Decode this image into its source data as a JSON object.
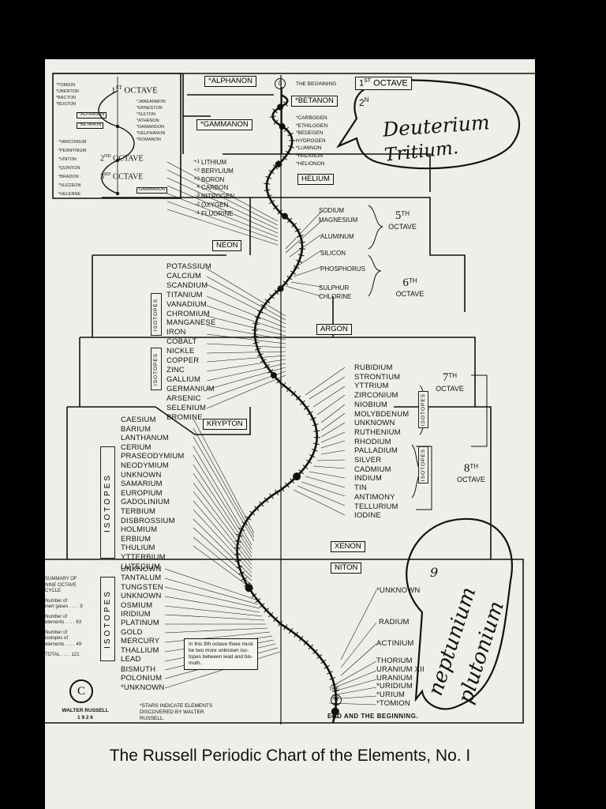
{
  "caption": "The Russell Periodic Chart of the Elements, No. I",
  "header": {
    "alphanon": "*ALPHANON",
    "zero": "0",
    "beginning": "THE BEGINNING",
    "octave1": "1",
    "octave1_sup": "ST",
    "octave1_word": "OCTAVE",
    "betanon": "*BETANON",
    "octave2_num": "2",
    "octave2_sup": "N",
    "gammanon": "*GAMMANON"
  },
  "inset": {
    "left_top": [
      "*TOMION",
      "*UBERTON",
      "*BACTON",
      "*BOSTON"
    ],
    "octave1": "1",
    "octave1_sup": "ST",
    "octave1_word": "OCTAVE",
    "right_top": [
      "*JANEANMON",
      "*ERNESTON",
      "*SULTON",
      "*ATHENON",
      "*DANIARDON",
      "*DELPHANON",
      "*ROMANON"
    ],
    "alphanon": "*ALPHANON",
    "betanon": "*BETANON",
    "left_bottom": [
      "*VARCONIUM",
      "*PERNYNIUM",
      "*VINTON",
      "*QUINTON",
      "*BRADON",
      "*SUZZEON",
      "*HELENNE"
    ],
    "octave2": "2",
    "octave2_sup": "ND",
    "octave2_word": "OCTAVE",
    "octave3": "3",
    "octave3_sup": "RD",
    "octave3_word": "OCTAVE",
    "gammanon": "GAMMANON"
  },
  "octave2": {
    "elements": [
      "*CARBOGEN",
      "*ETHILOGEN",
      "*BEDEGEN",
      "HYDROGEN",
      "*LUMINON",
      "*HALANON",
      "*HELIONON"
    ],
    "helium": "HELIUM",
    "handwriting_line1": "Deuterium",
    "handwriting_line2": "Tritium."
  },
  "octave3": {
    "elements": [
      "LITHIUM",
      "BERYLIUM",
      "BORON",
      "CARBON",
      "NITROGEN",
      "OXYGEN",
      "FLUORINE"
    ],
    "marks": [
      "+1",
      "+2",
      "+3",
      "4",
      "-3",
      "-2",
      "-1"
    ]
  },
  "octave4": {
    "neon": "NEON",
    "elements": [
      "SODIUM",
      "MAGNESIUM",
      "ALUMINUM",
      "SILICON",
      "PHOSPHORUS",
      "SULPHUR",
      "CHLORINE"
    ],
    "label_num": "5",
    "label_sup": "TH",
    "label_word": "OCTAVE"
  },
  "octave6": {
    "argon": "ARGON",
    "elements": [
      "POTASSIUM",
      "CALCIUM",
      "SCANDIUM",
      "TITANIUM",
      "VANADIUM",
      "CHROMIUM",
      "MANGANESE",
      "IRON",
      "COBALT",
      "NICKLE",
      "COPPER",
      "ZINC",
      "GALLIUM",
      "GERMANIUM",
      "ARSENIC",
      "SELENIUM",
      "BROMINE"
    ],
    "isotopes_a": "ISOTOPES",
    "isotopes_b": "ISOTOPES",
    "label_num": "6",
    "label_sup": "TH",
    "label_word": "OCTAVE"
  },
  "octave7": {
    "krypton": "KRYPTON",
    "elements": [
      "RUBIDIUM",
      "STRONTIUM",
      "YTTRIUM",
      "ZIRCONIUM",
      "NIOBIUM",
      "MOLYBDENUM",
      "UNKNOWN",
      "RUTHENIUM",
      "RHODIUM",
      "PALLADIUM",
      "SILVER",
      "CADMIUM",
      "INDIUM",
      "TIN",
      "ANTIMONY",
      "TELLURIUM",
      "IODINE"
    ],
    "isotopes_a": "ISOTOPES",
    "isotopes_b": "ISOTOPES",
    "label_num": "7",
    "label_sup": "TH",
    "label_word": "OCTAVE"
  },
  "octave8": {
    "elements": [
      "CAESIUM",
      "BARIUM",
      "LANTHANUM",
      "CERIUM",
      "PRASEODYMIUM",
      "NEODYMIUM",
      "UNKNOWN",
      "SAMARIUM",
      "EUROPIUM",
      "GADOLINIUM",
      "TERBIUM",
      "DISBROSSIUM",
      "HOLMIUM",
      "ERBIUM",
      "THULIUM",
      "YTTERBIUM",
      "LUTECIUM"
    ],
    "isotopes": "ISOTOPES",
    "xenon": "XENON",
    "label_num": "8",
    "label_sup": "TH",
    "label_word": "OCTAVE"
  },
  "octave9": {
    "elements": [
      "UNKNOWN",
      "TANTALUM",
      "TUNGSTEN",
      "UNKNOWN",
      "OSMIUM",
      "IRIDIUM",
      "PLATINUM",
      "GOLD",
      "MERCURY",
      "THALLIUM",
      "LEAD",
      "BISMUTH",
      "POLONIUM",
      "*UNKNOWN"
    ],
    "isotopes": "ISOTOPES",
    "niton": "NITON",
    "right_elements": [
      "*UNKNOWN",
      "RADIUM",
      "ACTINIUM",
      "THORIUM",
      "URANIUM XII",
      "URANIUM",
      "*URIDIUM",
      "*URIUM",
      "*TOMION"
    ],
    "note": [
      "In this 9th octave there must",
      "be two more unknown iso-",
      "topes between lead and bis-",
      "muth."
    ],
    "nine": "9",
    "handwriting_line1": "neptunium",
    "handwriting_line2": "plutonium"
  },
  "summary": {
    "title_lines": [
      "SUMMARY OF",
      "NINE OCTAVE",
      "CYCLE"
    ],
    "rows": [
      {
        "label1": "Number of",
        "label2": "inert gases",
        "value": "9"
      },
      {
        "label1": "Number of",
        "label2": "elements",
        "value": "63"
      },
      {
        "label1": "Number of",
        "label2": "isotopes of",
        "label3": "elements",
        "value": "49"
      }
    ],
    "total_label": "TOTAL",
    "total_value": "121"
  },
  "footer": {
    "copyright": "C",
    "signature_line1": "WALTER RUSSELL",
    "signature_line2": "1 9 2 6",
    "stars_note": [
      "*STARS INDICATE ELEMENTS",
      "DISCOVERED BY WALTER",
      "RUSSELL."
    ],
    "the": "THE",
    "end_zero": "0",
    "end": "END AND THE BEGINNING."
  }
}
